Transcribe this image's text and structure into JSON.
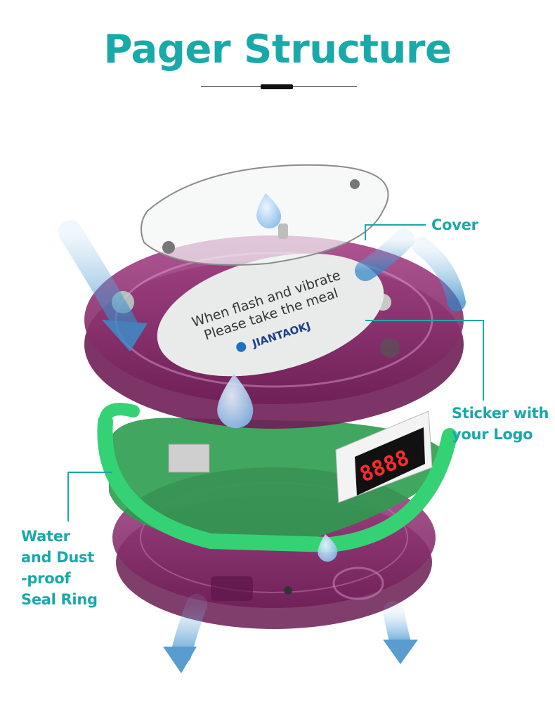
{
  "title": "Pager Structure",
  "colors": {
    "accent": "#1aa9a9",
    "housing": "#8e2f6e",
    "seal_ring": "#2fc86a",
    "led": "#ff2a2a",
    "water_arrow": "#5a9fd0"
  },
  "callouts": {
    "cover": {
      "lines": [
        "Cover"
      ]
    },
    "sticker": {
      "lines": [
        "Sticker with",
        "your Logo"
      ]
    },
    "seal": {
      "lines": [
        "Water",
        "and Dust",
        "-proof",
        "Seal Ring"
      ]
    }
  },
  "sticker_text": {
    "line1": "When flash and vibrate",
    "line2": "Please take the meal",
    "brand": "JIANTAOKJ"
  },
  "led_display": "8888"
}
